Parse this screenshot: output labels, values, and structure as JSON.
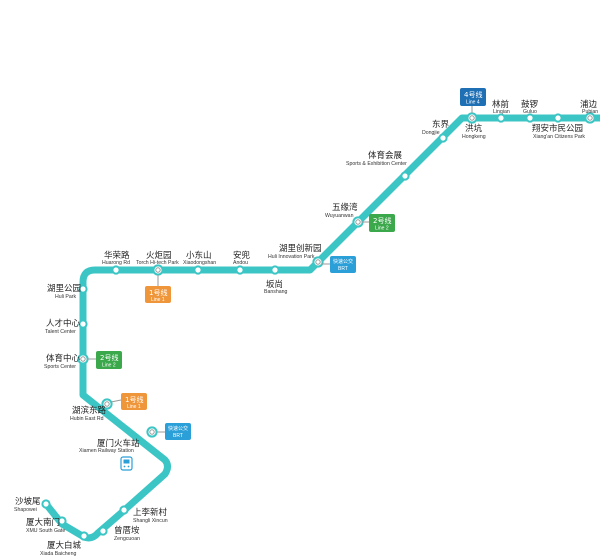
{
  "stations": {
    "dongjie": {
      "zh": "东界",
      "en": "Dongjie"
    },
    "honggeng": {
      "zh": "洪坑",
      "en": "Hongkeng"
    },
    "linqian": {
      "zh": "林前",
      "en": "Linqian"
    },
    "guluo": {
      "zh": "鼓锣",
      "en": "Guluo"
    },
    "xiangan_park": {
      "zh": "翔安市民公园",
      "en": "Xiang'an Citizens Park"
    },
    "pubian": {
      "zh": "浦边",
      "en": "Pubian"
    },
    "sports_center_ex": {
      "zh": "体育会展",
      "en": "Sports & Exhibition Center"
    },
    "wuyuanwan": {
      "zh": "五缘湾",
      "en": "Wuyuanwan"
    },
    "huli_innovation": {
      "zh": "湖里创新园",
      "en": "Huli Innovation Park"
    },
    "banshang": {
      "zh": "坂尚",
      "en": "Banshang"
    },
    "huarong": {
      "zh": "华荣路",
      "en": "Huarong Rd"
    },
    "torch": {
      "zh": "火炬园",
      "en": "Torch Hi-tech Park"
    },
    "xiaodongshan": {
      "zh": "小东山",
      "en": "Xiaodongshan"
    },
    "andou": {
      "zh": "安兜",
      "en": "Andou"
    },
    "huli_park": {
      "zh": "湖里公园",
      "en": "Huli Park"
    },
    "talent": {
      "zh": "人才中心",
      "en": "Talent Center"
    },
    "sports_center": {
      "zh": "体育中心",
      "en": "Sports Center"
    },
    "hubin_east": {
      "zh": "湖滨东路",
      "en": "Hubin East Rd"
    },
    "railway": {
      "zh": "厦门火车站",
      "en": "Xiamen Railway Station"
    },
    "shangli": {
      "zh": "上李新村",
      "en": "Shangli Xincun"
    },
    "zengcuoan": {
      "zh": "曾厝垵",
      "en": "Zengcuoan"
    },
    "shapowei": {
      "zh": "沙坡尾",
      "en": "Shapowei"
    },
    "xmu_south": {
      "zh": "厦大南门",
      "en": "XMU South Gate"
    },
    "xmu_baicheng": {
      "zh": "厦大白城",
      "en": "Xiada Baicheng"
    }
  },
  "badges": {
    "line4": {
      "zh": "4号线",
      "en": "Line 4",
      "color": "#1f6fb5"
    },
    "line2_a": {
      "zh": "2号线",
      "en": "Line 2",
      "color": "#3aa84b"
    },
    "line2_b": {
      "zh": "2号线",
      "en": "Line 2",
      "color": "#3aa84b"
    },
    "line1_a": {
      "zh": "1号线",
      "en": "Line 1",
      "color": "#f0963a"
    },
    "line1_b": {
      "zh": "1号线",
      "en": "Line 1",
      "color": "#f0963a"
    },
    "brt_a": {
      "zh": "快速公交",
      "en": "BRT",
      "color": "#2b9fd8"
    },
    "brt_b": {
      "zh": "快速公交",
      "en": "BRT",
      "color": "#2b9fd8"
    }
  },
  "colors": {
    "route": "#3cc5c5"
  },
  "icons": {
    "railway": "train-station-icon"
  }
}
